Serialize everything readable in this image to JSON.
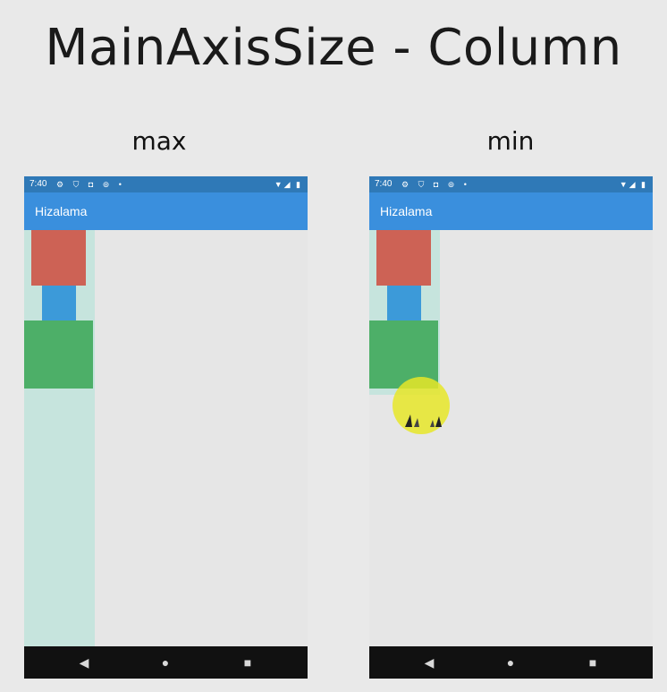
{
  "title": "MainAxisSize - Column",
  "panels": [
    {
      "label": "max",
      "status": {
        "time": "7:40",
        "icons": "⚙ ⛉ ◘ ⊚ •",
        "right": "▼◢ ▮"
      },
      "app_title": "Hizalama",
      "nav": {
        "back": "◀",
        "home": "●",
        "recent": "■"
      }
    },
    {
      "label": "min",
      "status": {
        "time": "7:40",
        "icons": "⚙ ⛉ ◘ ⊚ •",
        "right": "▼◢ ▮"
      },
      "app_title": "Hizalama",
      "nav": {
        "back": "◀",
        "home": "●",
        "recent": "■"
      }
    }
  ],
  "colors": {
    "status_bar": "#2f79b7",
    "app_bar": "#3a8fdd",
    "column_bg": "#c6e4dd",
    "red_box": "#cd6255",
    "blue_box": "#3c9ad9",
    "green_box": "#4daf68",
    "touch_indicator": "#e6e628"
  }
}
